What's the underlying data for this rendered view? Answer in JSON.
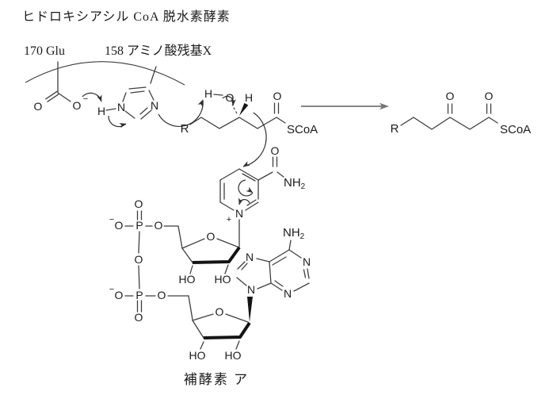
{
  "title": "ヒドロキシアシル CoA 脱水素酵素",
  "enzyme": {
    "glu_label": "170 Glu",
    "residue_label": "158 アミノ酸残基X"
  },
  "caption": "補酵素 ア",
  "symbols": {
    "O": "O",
    "H": "H",
    "N": "N",
    "P": "P",
    "R": "R",
    "S_CoA": "SCoA",
    "HO": "HO",
    "NH": "NH",
    "two": "2",
    "plus": "+",
    "minus": "−"
  },
  "colors": {
    "ink": "#1b1b1b",
    "bond": "#3f3f3f",
    "reaction_arrow": "#757575"
  }
}
